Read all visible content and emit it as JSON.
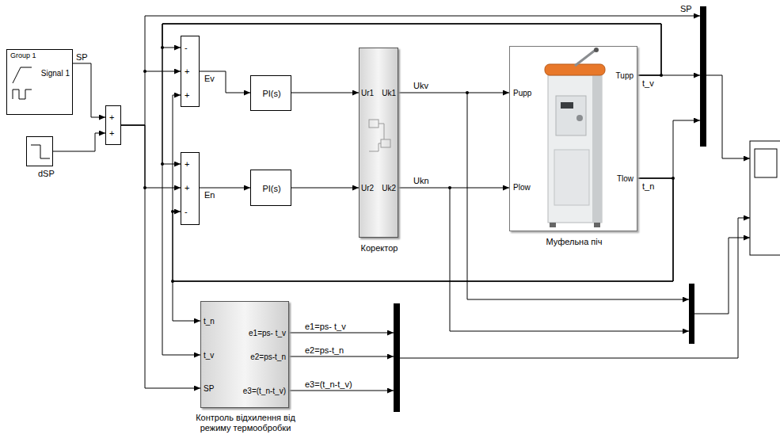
{
  "diagram": {
    "nodes": [
      {
        "text": [
          "Group 1",
          "Signal 1"
        ]
      },
      {
        "text": [
          "dSP"
        ]
      },
      {
        "text": [
          "+",
          "+"
        ]
      },
      {
        "text": [
          "-",
          "+",
          "+"
        ]
      },
      {
        "text": [
          "PI(s)"
        ]
      },
      {
        "text": [
          "+",
          "+",
          "-"
        ]
      },
      {
        "text": [
          "PI(s)"
        ]
      },
      {
        "text": [
          "Ur1",
          "Uk1",
          "Ur2",
          "Uk2",
          "Коректор"
        ]
      },
      {
        "text": [
          "Pupp",
          "Plow",
          "Tupp",
          "Tlow",
          "Муфельна піч"
        ]
      },
      {
        "text": [
          "t_n",
          "t_v",
          "SP",
          "e1=ps- t_v",
          "e2=ps-t_n",
          "e3=(t_n-t_v)",
          "Контроль відхилення від режиму термообробки"
        ]
      }
    ],
    "edges": [
      {
        "from": 0,
        "to": 2,
        "arrow": "to",
        "label": "SP"
      },
      {
        "from": 1,
        "to": 2,
        "arrow": "to"
      },
      {
        "from": 2,
        "to": 3,
        "arrow": "to"
      },
      {
        "from": 2,
        "to": 5,
        "arrow": "to"
      },
      {
        "from": 2,
        "to": 9,
        "arrow": "to"
      },
      {
        "from": 3,
        "to": 4,
        "arrow": "to",
        "label": "Ev"
      },
      {
        "from": 5,
        "to": 6,
        "arrow": "to",
        "label": "En"
      },
      {
        "from": 4,
        "to": 7,
        "arrow": "to"
      },
      {
        "from": 6,
        "to": 7,
        "arrow": "to"
      },
      {
        "from": 7,
        "to": 8,
        "arrow": "to",
        "label": "Ukv"
      },
      {
        "from": 7,
        "to": 8,
        "arrow": "to",
        "label": "Ukn"
      },
      {
        "from": 8,
        "to": 3,
        "arrow": "to"
      },
      {
        "from": 8,
        "to": 5,
        "arrow": "to"
      },
      {
        "from": 8,
        "to": 9,
        "arrow": "to"
      },
      {
        "from": 8,
        "to": 3,
        "arrow": "to"
      },
      {
        "from": 8,
        "to": 5,
        "arrow": "to"
      },
      {
        "from": 8,
        "to": 9,
        "arrow": "to"
      }
    ],
    "labels": [
      "SP",
      "t_v",
      "t_n",
      "e1=ps- t_v",
      "e2=ps-t_n",
      "e3=(t_n-t_v)"
    ]
  }
}
